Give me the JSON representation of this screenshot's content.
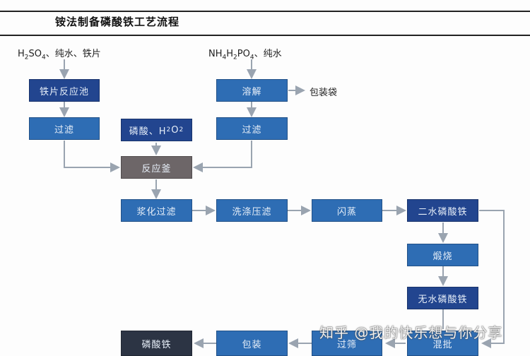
{
  "title": "铵法制备磷酸铁工艺流程",
  "inputs": {
    "left": {
      "prefix": "H",
      "sub1": "2",
      "mid": "SO",
      "sub2": "4",
      "suffix": "、纯水、铁片"
    },
    "right": {
      "p1": "NH",
      "s1": "4",
      "p2": "H",
      "s2": "2",
      "p3": "PO",
      "s3": "4",
      "suffix": "、纯水"
    }
  },
  "boxes": {
    "iron_tank": "铁片反应池",
    "filter_left": "过滤",
    "phosphoric": {
      "text": "磷酸、H",
      "sub1": "2",
      "mid": "O",
      "sub2": "2"
    },
    "dissolve": "溶解",
    "filter_right": "过滤",
    "reactor": "反应釜",
    "slurry_filter": "浆化过滤",
    "wash_press": "洗涤压滤",
    "flash_dry": "闪蒸",
    "dihydrate": "二水磷酸铁",
    "calcine": "煅烧",
    "anhydrous": "无水磷酸铁",
    "mix": "混批",
    "sieve": "过筛",
    "pack": "包装",
    "product": "磷酸铁"
  },
  "side_output": "包装袋",
  "watermark": "知乎 @我的快乐想与你分享",
  "colors": {
    "blue": "#2e6db4",
    "navy": "#22458f",
    "gray": "#6d6668",
    "dark": "#2c3444",
    "arrow": "#9aa4b0"
  }
}
